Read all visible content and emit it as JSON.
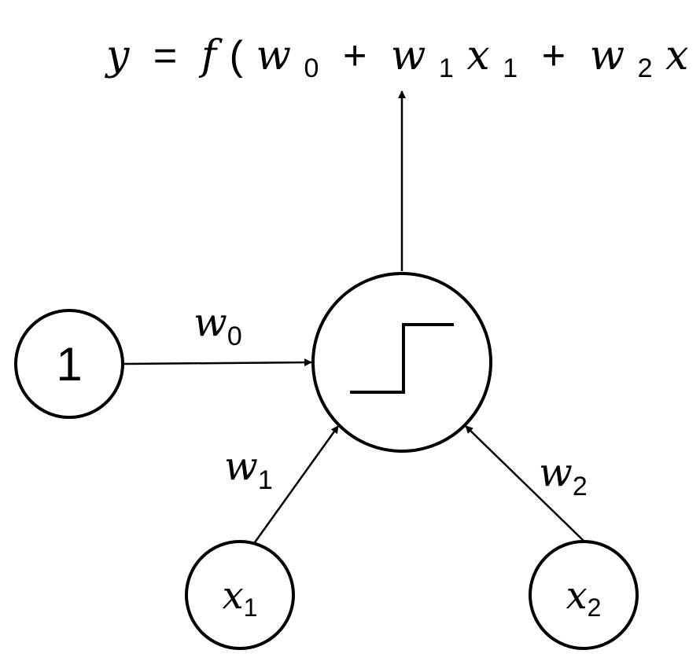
{
  "equation": {
    "y": "y",
    "equals": "=",
    "f": "f",
    "open_paren": "(",
    "w": "w",
    "x": "x",
    "plus": "+",
    "close_paren": ")",
    "sub0": "0",
    "sub1": "1",
    "sub2": "2"
  },
  "nodes": {
    "bias": "1",
    "input1": {
      "var": "x",
      "sub": "1"
    },
    "input2": {
      "var": "x",
      "sub": "2"
    }
  },
  "weights": {
    "w0": {
      "var": "w",
      "sub": "0"
    },
    "w1": {
      "var": "w",
      "sub": "1"
    },
    "w2": {
      "var": "w",
      "sub": "2"
    }
  },
  "activation": "step-function-icon"
}
